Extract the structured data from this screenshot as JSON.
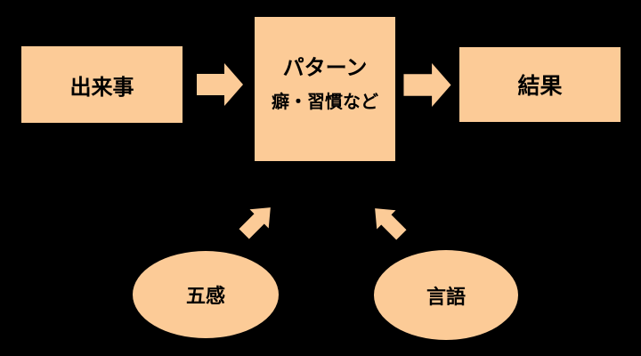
{
  "diagram": {
    "background_color": "#000000",
    "shape_fill_color": "#FCCB97",
    "text_color": "#000000",
    "nodes": [
      {
        "id": "event",
        "shape": "rectangle",
        "label": "出来事"
      },
      {
        "id": "pattern",
        "shape": "rectangle",
        "label": "パターン",
        "sublabel": "癖・習慣など"
      },
      {
        "id": "result",
        "shape": "rectangle",
        "label": "結果"
      },
      {
        "id": "five-senses",
        "shape": "ellipse",
        "label": "五感"
      },
      {
        "id": "language",
        "shape": "ellipse",
        "label": "言語"
      }
    ],
    "connectors": [
      {
        "from": "event",
        "to": "pattern",
        "style": "block-arrow",
        "direction": "right"
      },
      {
        "from": "pattern",
        "to": "result",
        "style": "block-arrow",
        "direction": "right"
      },
      {
        "from": "five-senses",
        "to": "pattern",
        "style": "block-arrow",
        "direction": "up-right"
      },
      {
        "from": "language",
        "to": "pattern",
        "style": "block-arrow",
        "direction": "up-left"
      }
    ]
  }
}
